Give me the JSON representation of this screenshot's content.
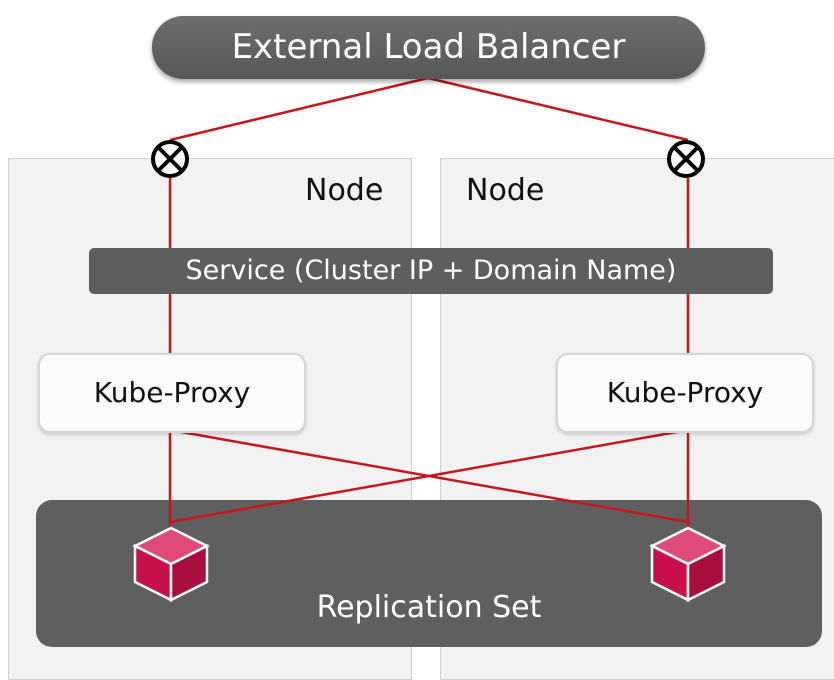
{
  "load_balancer": {
    "label": "External Load Balancer"
  },
  "nodes": [
    {
      "label": "Node"
    },
    {
      "label": "Node"
    }
  ],
  "service": {
    "label": "Service (Cluster IP + Domain Name)"
  },
  "kube_proxies": [
    {
      "label": "Kube-Proxy"
    },
    {
      "label": "Kube-Proxy"
    }
  ],
  "replication_set": {
    "label": "Replication Set"
  },
  "colors": {
    "link": "#c4161c",
    "pod": "#c8114a",
    "dark_box": "#5f5f5f"
  },
  "icons": {
    "node_port": "circled-times-icon",
    "pod": "cube-icon"
  }
}
